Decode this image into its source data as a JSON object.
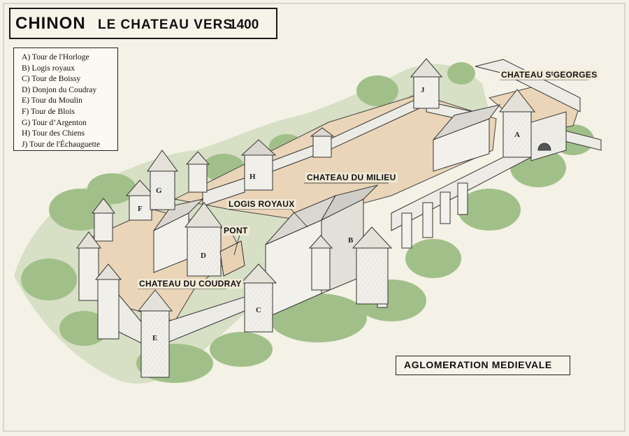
{
  "title": {
    "name": "CHINON",
    "subtitle": "LE CHATEAU VERS",
    "year": "1400"
  },
  "legend": [
    "A) Tour de l'Horloge",
    "B) Logis royaux",
    "C) Tour de Boissy",
    "D) Donjon du Coudray",
    "E) Tour du Moulin",
    "F) Tour de Blois",
    "G) Tour d’Argenton",
    "H) Tour des Chiens",
    "J)  Tour de l'Échauguette"
  ],
  "labels": {
    "chateau_st_georges": "CHATEAU SᵗGEORGES",
    "chateau_milieu": "CHATEAU DU MILIEU",
    "logis_royaux": "LOGIS ROYAUX",
    "pont": "PONT",
    "chateau_coudray": "CHATEAU DU COUDRAY",
    "agglomeration": "AGLOMERATION MEDIEVALE"
  },
  "tower_letters": {
    "A": "A",
    "B": "B",
    "C": "C",
    "D": "D",
    "E": "E",
    "F": "F",
    "G": "G",
    "H": "H",
    "J": "J"
  },
  "colors": {
    "paper": "#f4f1e6",
    "courtyard": "#e9d2b4",
    "stone": "#ecebe6",
    "vegetation": "#7faa62",
    "ink": "#1a1a1a"
  }
}
